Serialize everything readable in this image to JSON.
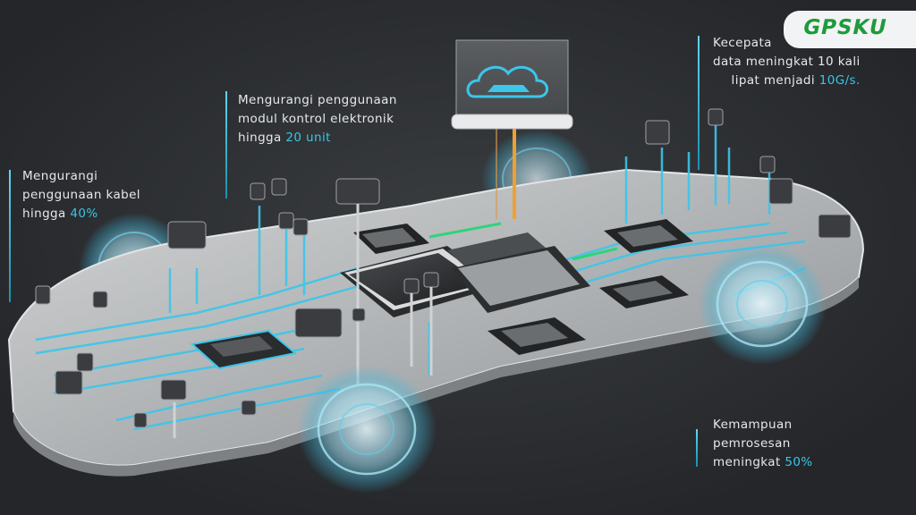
{
  "logo": {
    "text": "GPSKU"
  },
  "callouts": {
    "cables": {
      "line1": "Mengurangi",
      "line2": "penggunaan kabel",
      "line3_text": "hingga ",
      "line3_highlight": "40%"
    },
    "ecu": {
      "line1": "Mengurangi penggunaan",
      "line2": "modul kontrol elektronik",
      "line3_text": "hingga ",
      "line3_highlight": "20 unit"
    },
    "data_speed": {
      "line1": "Kecepata",
      "line2": "data meningkat 10 kali",
      "line3_text": "lipat menjadi ",
      "line3_highlight": "10G/s."
    },
    "processing": {
      "line1": "Kemampuan",
      "line2": "pemrosesan",
      "line3_text": "meningkat ",
      "line3_highlight": "50%"
    }
  },
  "colors": {
    "background": "#2a2c2e",
    "accent_cyan": "#39c6e6",
    "accent_green": "#2ed47a",
    "logo_green": "#1f9a3c",
    "chassis": "#b9bcbd"
  },
  "icons": [
    "cloud-icon",
    "car-icon"
  ]
}
